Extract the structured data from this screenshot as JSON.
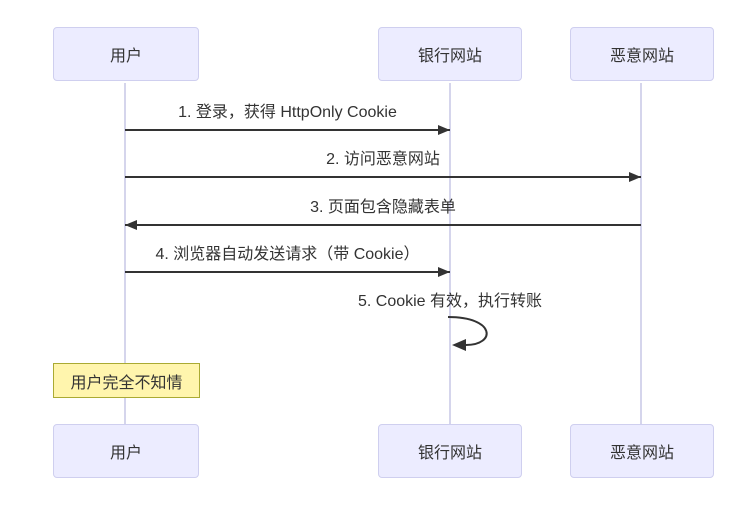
{
  "diagram": {
    "type": "sequence-diagram",
    "actors": [
      {
        "id": "user",
        "label": "用户"
      },
      {
        "id": "bank",
        "label": "银行网站"
      },
      {
        "id": "malicious",
        "label": "恶意网站"
      }
    ],
    "messages": [
      {
        "from": "用户",
        "to": "银行网站",
        "direction": "right",
        "label": "1. 登录，获得 HttpOnly Cookie"
      },
      {
        "from": "用户",
        "to": "恶意网站",
        "direction": "right",
        "label": "2. 访问恶意网站"
      },
      {
        "from": "恶意网站",
        "to": "用户",
        "direction": "left",
        "label": "3. 页面包含隐藏表单"
      },
      {
        "from": "用户",
        "to": "银行网站",
        "direction": "right",
        "label": "4. 浏览器自动发送请求（带 Cookie）"
      },
      {
        "from": "银行网站",
        "to": "银行网站",
        "direction": "self",
        "label": "5. Cookie 有效，执行转账"
      }
    ],
    "note": {
      "position": "over 用户",
      "text": "用户完全不知情"
    },
    "colors": {
      "actor_fill": "#ececff",
      "actor_border": "#cfcfef",
      "lifeline": "#d5d5ec",
      "message_line": "#333333",
      "note_fill": "#fff5ad",
      "note_border": "#aaaa33",
      "text": "#333333",
      "background": "#ffffff"
    }
  }
}
